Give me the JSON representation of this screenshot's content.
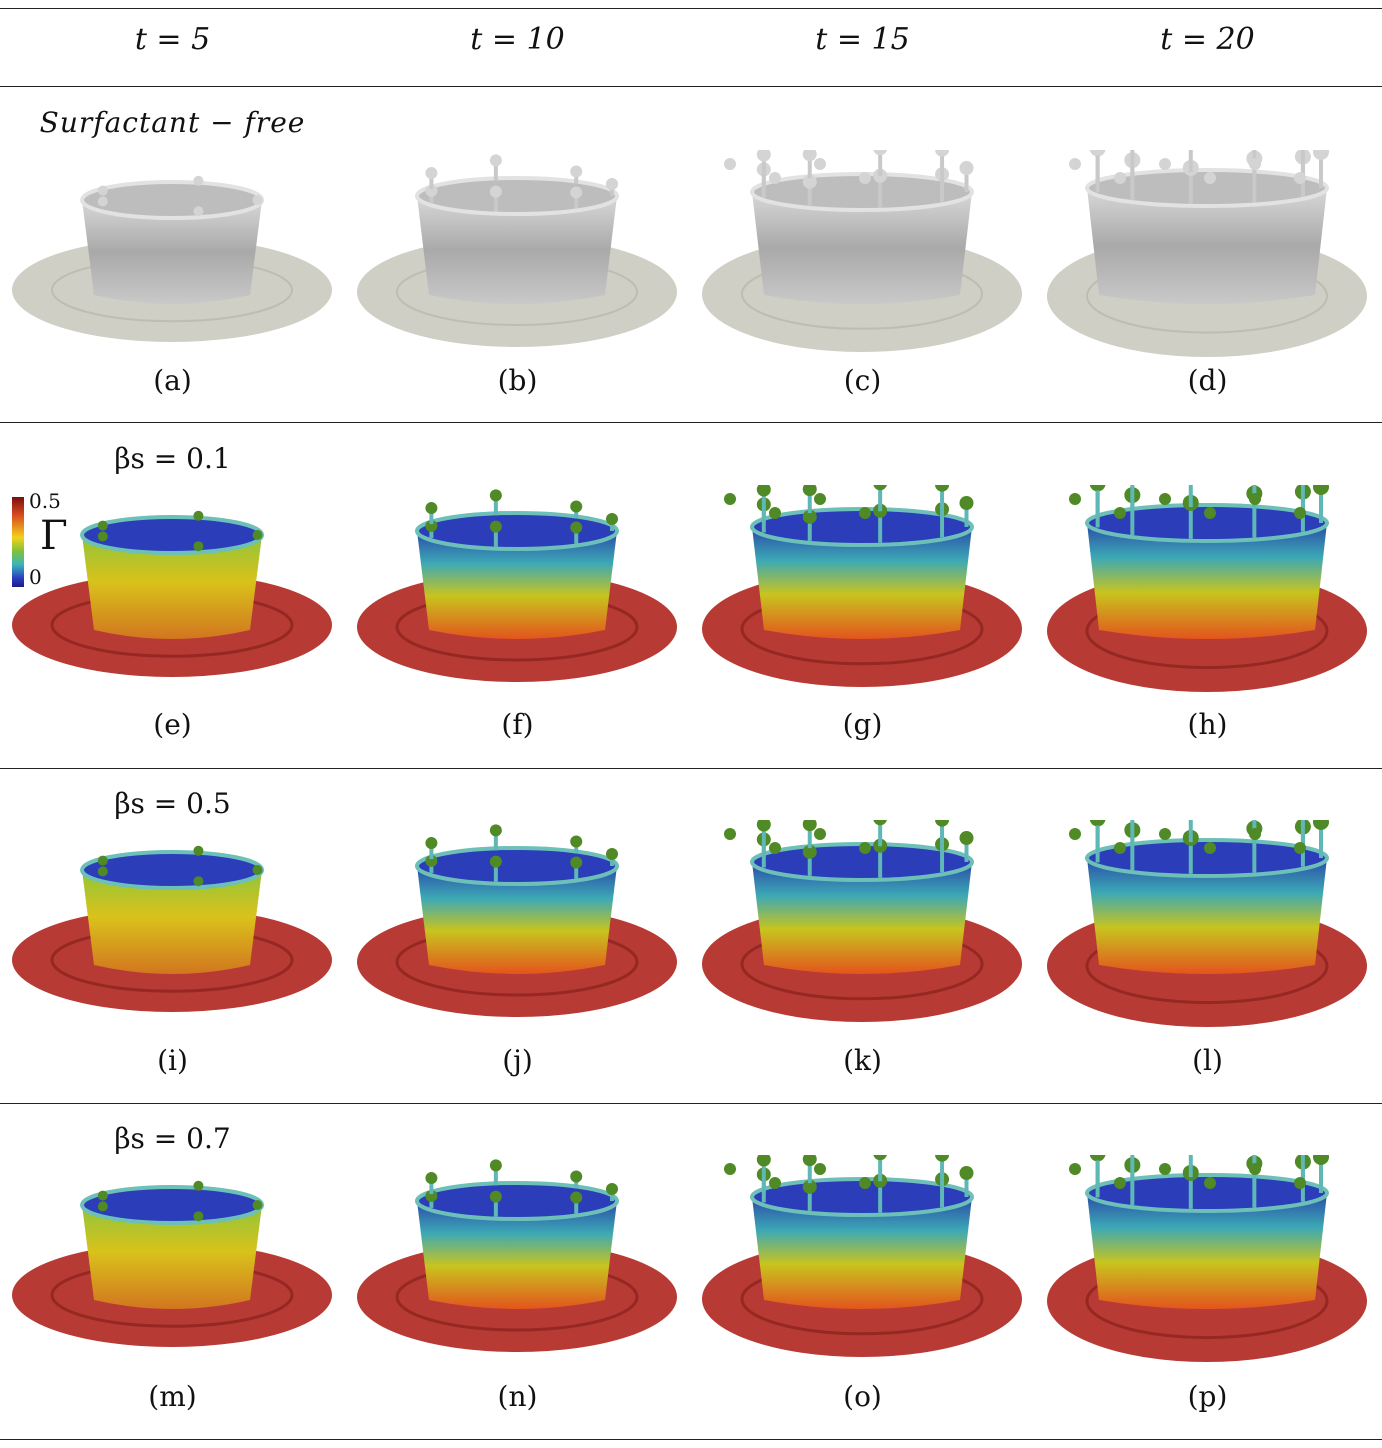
{
  "columns": [
    {
      "label": "t = 5"
    },
    {
      "label": "t = 10"
    },
    {
      "label": "t = 15"
    },
    {
      "label": "t = 20"
    }
  ],
  "rows": [
    {
      "label": "Surfactant − free",
      "style": "gray",
      "captions": [
        "(a)",
        "(b)",
        "(c)",
        "(d)"
      ]
    },
    {
      "label": "βs = 0.1",
      "style": "color",
      "captions": [
        "(e)",
        "(f)",
        "(g)",
        "(h)"
      ]
    },
    {
      "label": "βs = 0.5",
      "style": "color",
      "captions": [
        "(i)",
        "(j)",
        "(k)",
        "(l)"
      ]
    },
    {
      "label": "βs = 0.7",
      "style": "color",
      "captions": [
        "(m)",
        "(n)",
        "(o)",
        "(p)"
      ]
    }
  ],
  "colorbar": {
    "symbol": "Γ",
    "max": "0.5",
    "min": "0"
  },
  "colors": {
    "gray_pool": "#cfcfc6",
    "gray_crown": "#b9b9b9",
    "red_pool": "#b83a34",
    "blue_inside": "#2b3db8",
    "green_drop": "#4f8a26"
  }
}
